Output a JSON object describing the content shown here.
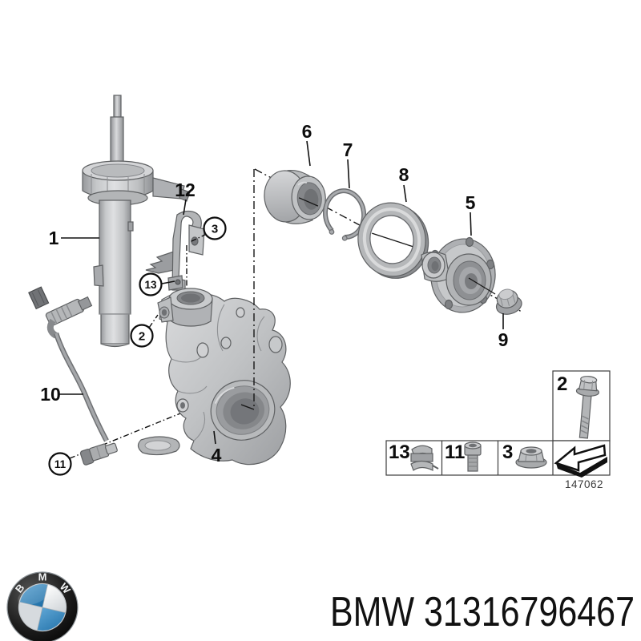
{
  "diagram": {
    "callouts": {
      "strut": "1",
      "pinch_bolt": "2",
      "bracket_nut": "3",
      "steering_knuckle": "4",
      "wheel_hub": "5",
      "wheel_bearing": "6",
      "snap_ring": "7",
      "dust_shield": "8",
      "collar_nut": "9",
      "abs_sensor_cable": "10",
      "abs_sensor": "11",
      "cable_bracket": "12",
      "retaining_plate": "13"
    },
    "legend": {
      "bolt_label": "2",
      "plate_label": "13",
      "screw_label": "11",
      "nut_label": "3",
      "drawing_number": "147062"
    }
  },
  "footer": {
    "part_text": "BMW 31316796467",
    "logo": {
      "b": "B",
      "m": "M",
      "w": "W"
    },
    "colors": {
      "bmw_blue": "#2e81bb",
      "roundel_black": "#1b1b1b",
      "part_gray": "#c4c6c8"
    }
  }
}
